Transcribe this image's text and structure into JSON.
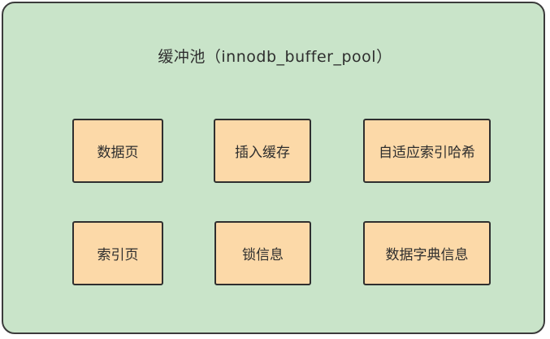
{
  "diagram": {
    "title": "缓冲池（innodb_buffer_pool）",
    "components": [
      "数据页",
      "插入缓存",
      "自适应索引哈希",
      "索引页",
      "锁信息",
      "数据字典信息"
    ]
  },
  "colors": {
    "pool_fill": "#c9e4c9",
    "component_fill": "#fcd9a8",
    "border": "#2f2f2f"
  }
}
